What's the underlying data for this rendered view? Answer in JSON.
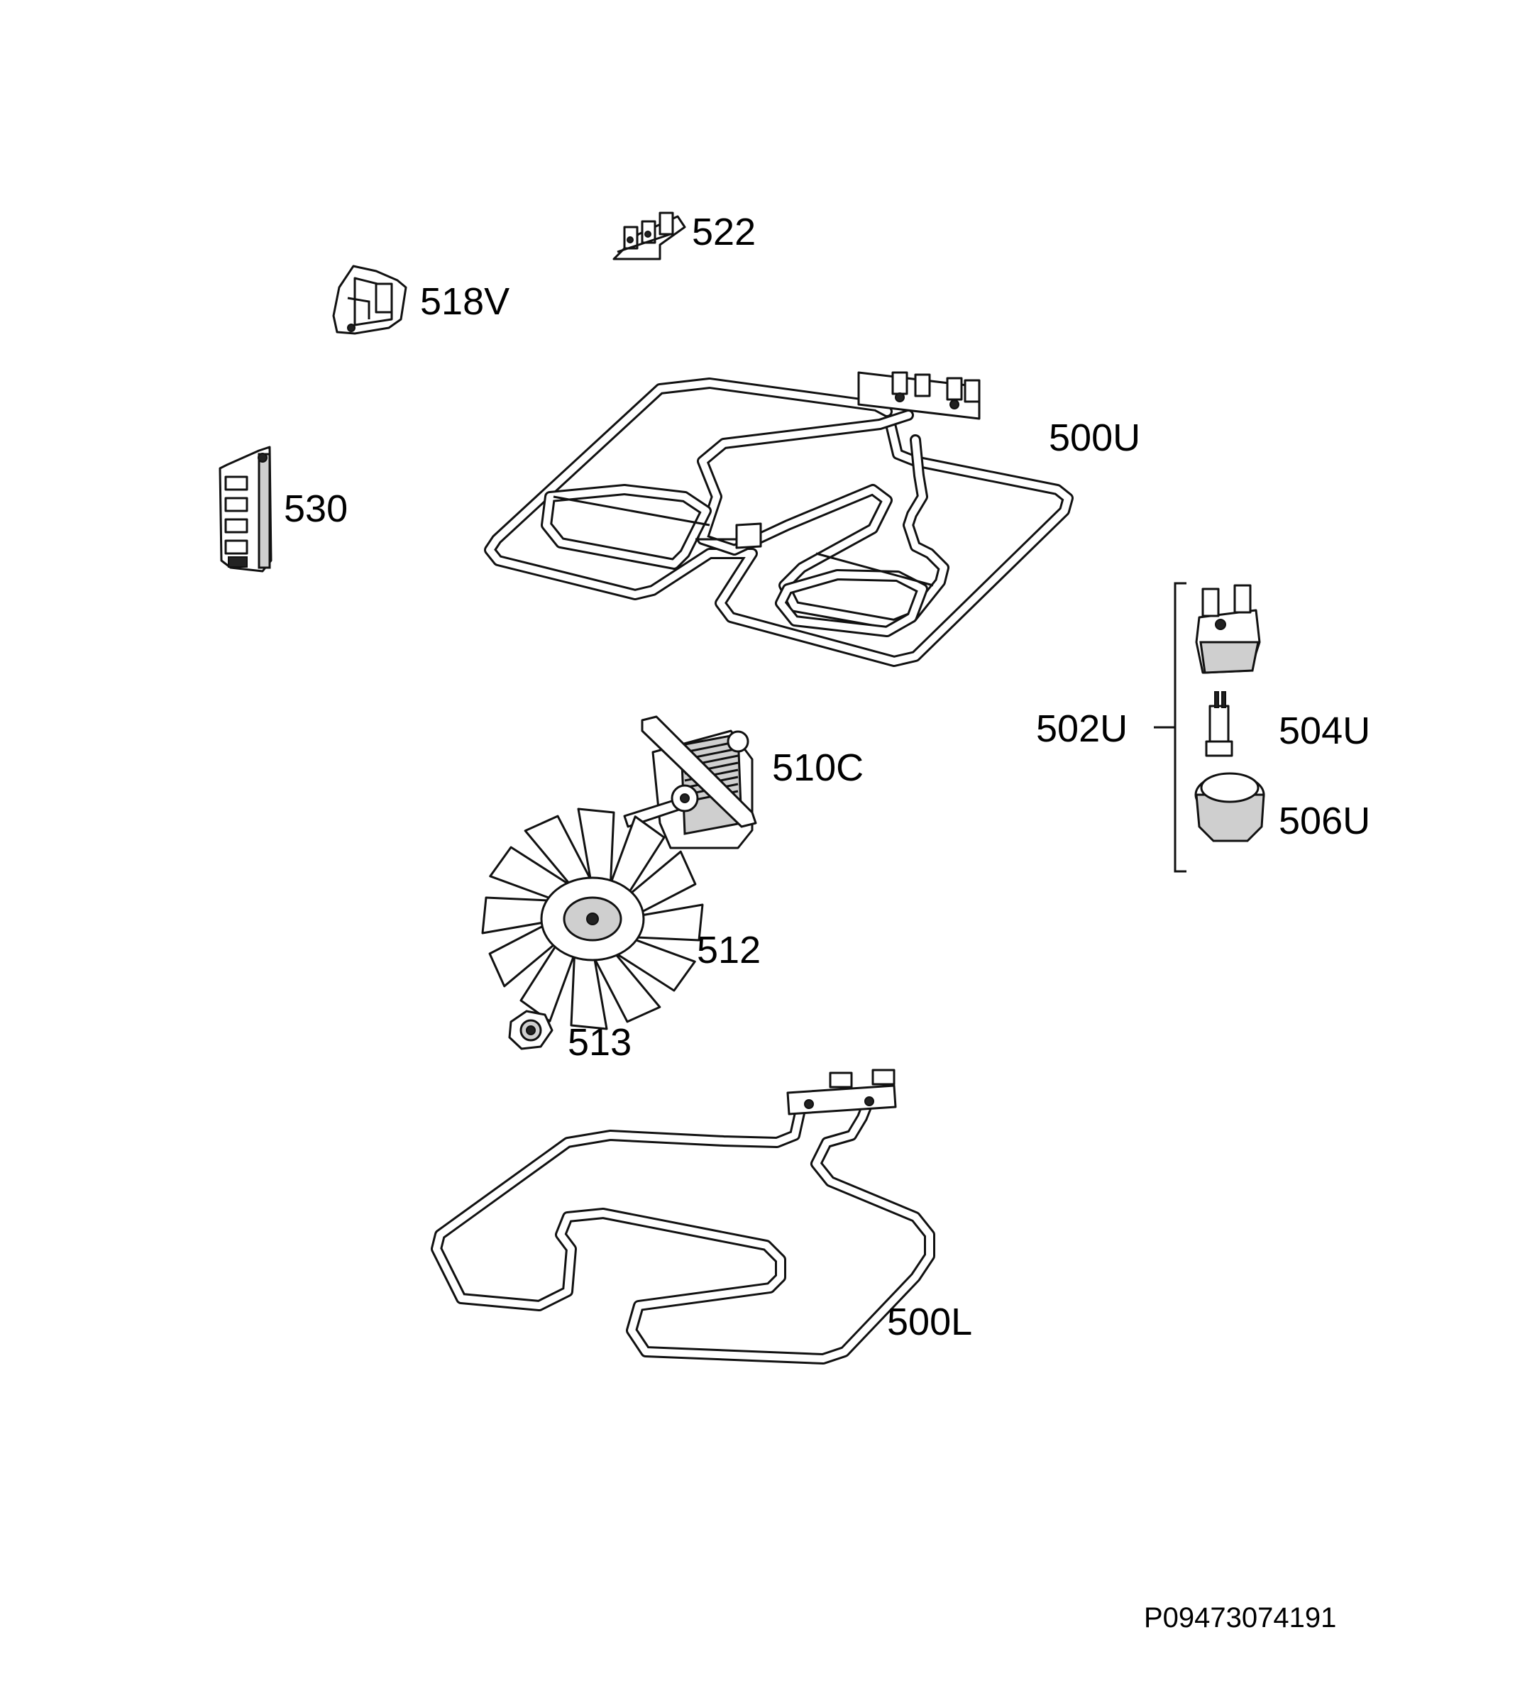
{
  "labels": {
    "p522": "522",
    "p518v": "518V",
    "p500u": "500U",
    "p530": "530",
    "p502u": "502U",
    "p504u": "504U",
    "p506u": "506U",
    "p510c": "510C",
    "p512": "512",
    "p513": "513",
    "p500l": "500L"
  },
  "drawing_code": "P09473074191"
}
